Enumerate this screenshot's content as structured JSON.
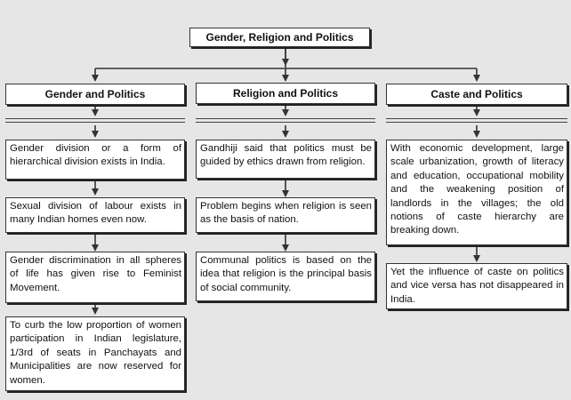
{
  "title": "Gender, Religion and Politics",
  "columns": [
    {
      "heading": "Gender and Politics",
      "items": [
        "Gender division or a form of hierarchical division exists in India.",
        "Sexual division of labour exists in many Indian homes even now.",
        "Gender discrimination in all spheres of life has given rise to Feminist Movement.",
        "To curb the low proportion of women participation in Indian legislature, 1/3rd of seats in Panchayats and Municipalities are now reserved for women."
      ]
    },
    {
      "heading": "Religion and Politics",
      "items": [
        "Gandhiji said that politics must be guided by ethics drawn from religion.",
        "Problem begins when religion is seen as the basis of nation.",
        "Communal politics is based on the idea that religion is the principal basis of social community."
      ]
    },
    {
      "heading": "Caste and Politics",
      "items": [
        "With economic development, large scale urbanization, growth of literacy and education, occupational mobility and the weakening position of landlords in the villages; the old notions of caste hierarchy are breaking down.",
        "Yet the influence of caste on politics and vice versa has not disappeared in India."
      ]
    }
  ],
  "colors": {
    "background": "#e6e6e6",
    "box_fill": "#ffffff",
    "line": "#333333"
  }
}
